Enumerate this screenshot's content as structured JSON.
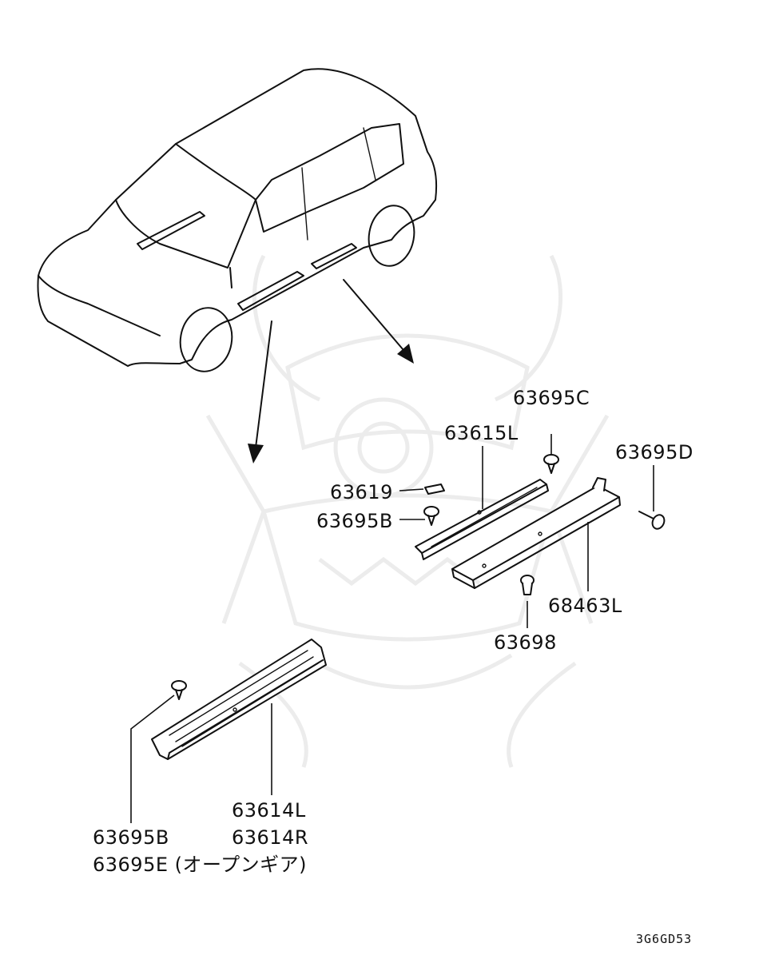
{
  "diagram": {
    "reference_code": "3G6GD53",
    "labels": {
      "p63695C": "63695C",
      "p63615L": "63615L",
      "p63695D": "63695D",
      "p63619": "63619",
      "p63695B_upper": "63695B",
      "p68463L": "68463L",
      "p63698": "63698",
      "p63614L": "63614L",
      "p63614R": "63614R",
      "p63695B_lower": "63695B",
      "p63695E": "63695E (オープンギア)"
    },
    "icons": {
      "vehicle": "suv-vehicle-outline",
      "arrow": "callout-arrow",
      "watermark": "samurai-helmet-watermark"
    }
  }
}
